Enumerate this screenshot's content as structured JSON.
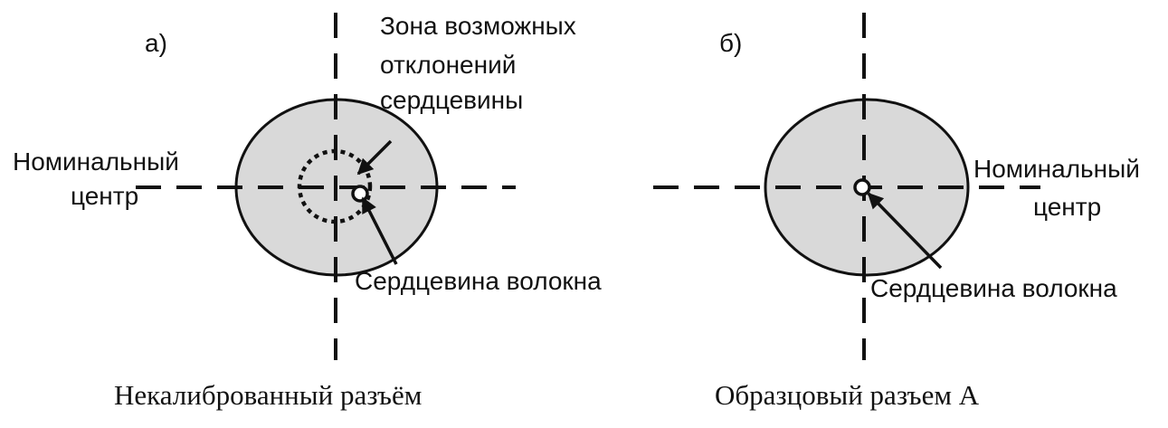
{
  "panel_a": {
    "letter": "а)",
    "zone_label": [
      "Зона возможных",
      "отклонений",
      "сердцевины"
    ],
    "nominal_center": [
      "Номинальный",
      "центр"
    ],
    "core_label": "Сердцевина волокна",
    "caption": "Некалиброванный разъём"
  },
  "panel_b": {
    "letter": "б)",
    "nominal_center": [
      "Номинальный",
      "центр"
    ],
    "core_label": "Сердцевина волокна",
    "caption": "Образцовый разъем А"
  },
  "colors": {
    "fiber_fill": "#d9d9d9",
    "line": "#111111"
  }
}
